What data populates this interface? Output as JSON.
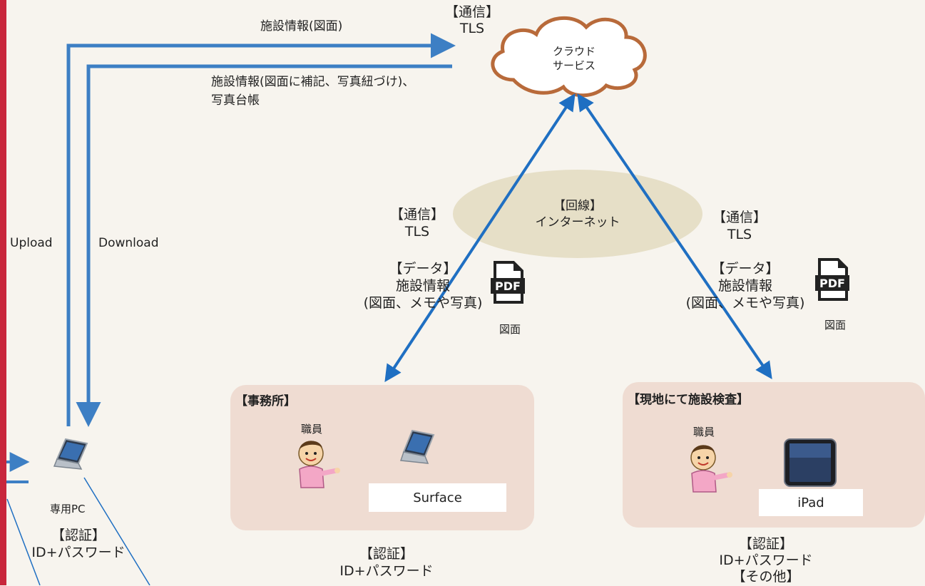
{
  "colors": {
    "arrow_blue": "#3d7fc4",
    "diag_blue": "#1f6fc2",
    "cloud_outline": "#b86a3a",
    "zone_fill": "#efdcd2",
    "ellipse_fill": "#e6dfc7",
    "red_border": "#c8273c"
  },
  "top_flow": {
    "upload_label": "施設情報(図面)",
    "download_label": "施設情報(図面に補記、写真紐づけ)、\n写真台帳",
    "comm_label": "【通信】\nTLS"
  },
  "cloud": {
    "label": "クラウド\nサービス"
  },
  "internet": {
    "label": "【回線】\nインターネット"
  },
  "left_link": {
    "comm": "【通信】\nTLS",
    "data": "【データ】\n施設情報\n(図面、メモや写真)",
    "pdf_icon": "pdf-icon",
    "pdf_caption": "図面"
  },
  "right_link": {
    "comm": "【通信】\nTLS",
    "data": "【データ】\n施設情報\n(図面、メモや写真)",
    "pdf_icon": "pdf-icon",
    "pdf_caption": "図面"
  },
  "side": {
    "upload": "Upload",
    "download": "Download"
  },
  "dedicated_pc": {
    "icon": "laptop-icon",
    "label": "専用PC",
    "auth": "【認証】\nID+パスワード"
  },
  "office": {
    "title": "【事務所】",
    "staff_label": "職員",
    "staff_icon": "staff-person-icon",
    "device_icon": "laptop-icon",
    "device": "Surface",
    "auth": "【認証】\nID+パスワード"
  },
  "field": {
    "title": "【現地にて施設検査】",
    "staff_label": "職員",
    "staff_icon": "staff-person-icon",
    "device_icon": "tablet-icon",
    "device": "iPad",
    "auth": "【認証】\nID+パスワード\n【その他】"
  }
}
